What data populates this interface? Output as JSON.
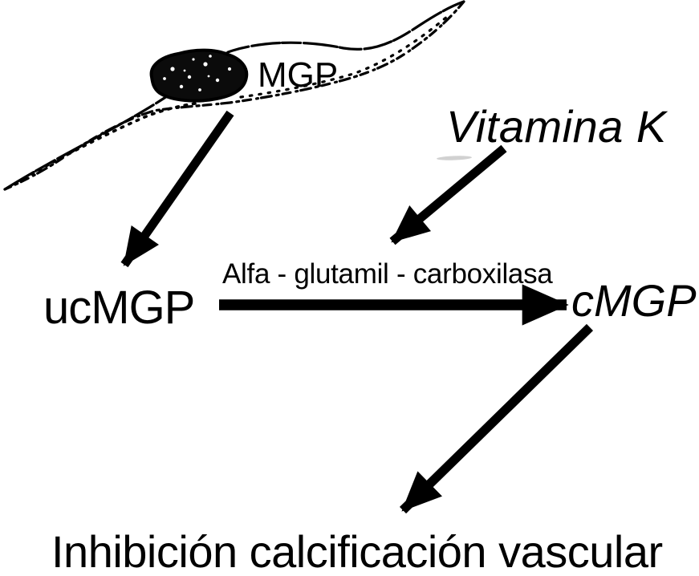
{
  "diagram": {
    "background_color": "#ffffff",
    "ink_color": "#000000",
    "cell": {
      "icon": "spindle-vascular-cell-sketch",
      "label": "MGP"
    },
    "labels": {
      "vitamin_k": "Vitamina K",
      "ucmgp": "ucMGP",
      "enzyme": "Alfa - glutamil - carboxilasa",
      "cmgp": "cMGP",
      "outcome": "Inhibición calcificación vascular"
    },
    "arrows": [
      {
        "name": "cell-to-ucmgp",
        "from": "MGP",
        "to": "ucMGP"
      },
      {
        "name": "vitamin-k-to-reaction",
        "from": "Vitamina K",
        "to": "Alfa - glutamil - carboxilasa"
      },
      {
        "name": "ucmgp-to-cmgp",
        "from": "ucMGP",
        "to": "cMGP"
      },
      {
        "name": "cmgp-to-outcome",
        "from": "cMGP",
        "to": "Inhibición calcificación vascular"
      }
    ]
  }
}
